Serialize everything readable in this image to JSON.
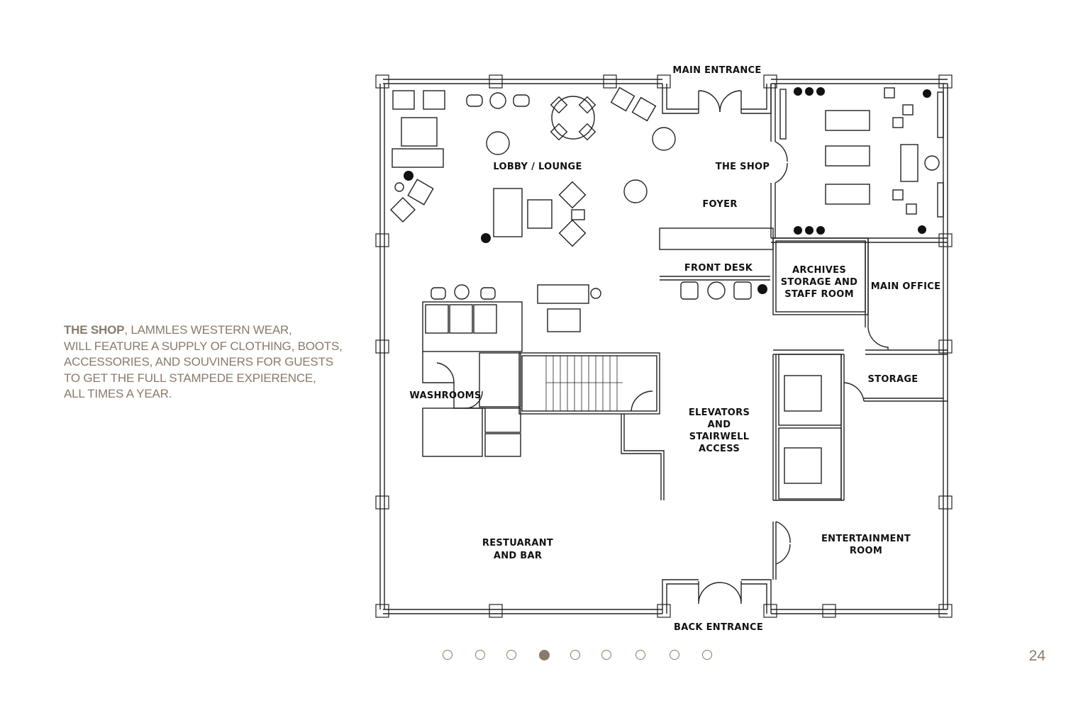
{
  "description": {
    "highlight": "THE SHOP",
    "lines": [
      ", LAMMLES WESTERN WEAR,",
      "WILL FEATURE A SUPPLY OF CLOTHING, BOOTS,",
      "ACCESSORIES, AND SOUVINERS FOR GUESTS",
      "TO GET THE FULL STAMPEDE EXPIERENCE,",
      "ALL TIMES A YEAR."
    ]
  },
  "page_number": "24",
  "pagination": {
    "count": 9,
    "active_index": 3
  },
  "floorplan": {
    "rooms": {
      "main_entrance": "MAIN ENTRANCE",
      "lobby": "LOBBY / LOUNGE",
      "shop": "THE SHOP",
      "foyer": "FOYER",
      "front_desk": "FRONT DESK",
      "archives": [
        "ARCHIVES",
        "STORAGE AND",
        "STAFF ROOM"
      ],
      "main_office": "MAIN OFFICE",
      "storage": "STORAGE",
      "washrooms": "WASHROOMS",
      "elevators": [
        "ELEVATORS",
        "AND",
        "STAIRWELL",
        "ACCESS"
      ],
      "restaurant": [
        "RESTUARANT",
        "AND BAR"
      ],
      "entertainment": [
        "ENTERTAINMENT",
        "ROOM"
      ],
      "back_entrance": "BACK ENTRANCE"
    }
  },
  "colors": {
    "accent": "#8a7a6a",
    "line": "#222222"
  }
}
